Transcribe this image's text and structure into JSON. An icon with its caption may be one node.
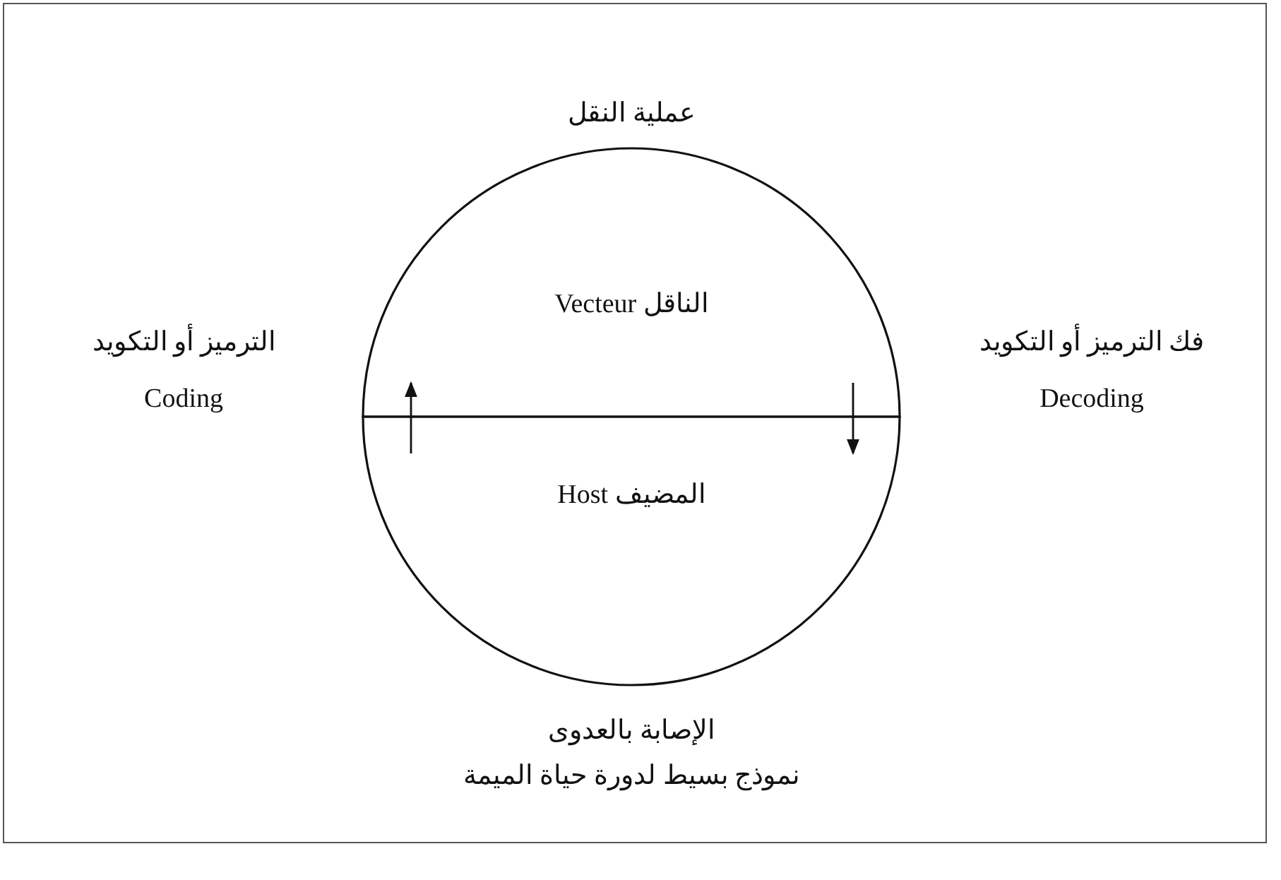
{
  "diagram": {
    "caption": "نموذج بسيط لدورة حياة الميمة",
    "nodes": [
      {
        "text": [
          "الناقل Vecteur"
        ]
      },
      {
        "text": [
          "المضيف Host"
        ]
      }
    ],
    "edges": [
      {
        "from": 1,
        "to": 0,
        "arrow": "to"
      },
      {
        "from": 0,
        "to": 1,
        "arrow": "to"
      }
    ],
    "labels": [
      "عملية النقل",
      "الترميز أو التكويد",
      "Coding",
      "فك الترميز أو التكويد",
      "Decoding",
      "الإصابة بالعدوى"
    ]
  }
}
